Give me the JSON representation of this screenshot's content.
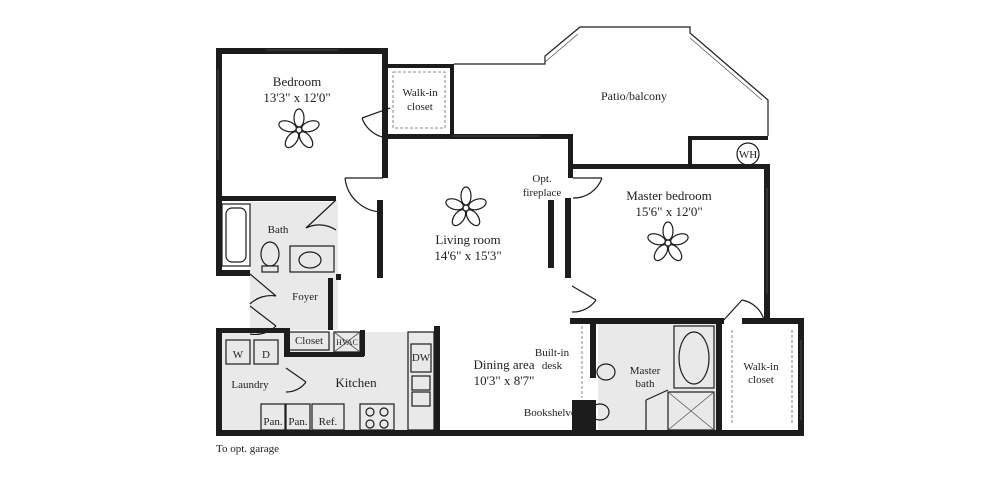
{
  "rooms": {
    "bedroom": {
      "name": "Bedroom",
      "size": "13'3\" x 12'0\""
    },
    "walkin_closet_1": {
      "line1": "Walk-in",
      "line2": "closet"
    },
    "patio": {
      "name": "Patio/balcony"
    },
    "water_heater": {
      "label": "WH"
    },
    "opt_fireplace": {
      "line1": "Opt.",
      "line2": "fireplace"
    },
    "living_room": {
      "name": "Living room",
      "size": "14'6\" x 15'3\""
    },
    "master_bedroom": {
      "name": "Master bedroom",
      "size": "15'6\" x 12'0\""
    },
    "bath": {
      "name": "Bath"
    },
    "foyer": {
      "name": "Foyer"
    },
    "closet": {
      "name": "Closet"
    },
    "hvac": {
      "name": "HVAC"
    },
    "dishwasher": {
      "label": "DW"
    },
    "washer": {
      "label": "W"
    },
    "dryer": {
      "label": "D"
    },
    "laundry": {
      "name": "Laundry"
    },
    "kitchen": {
      "name": "Kitchen"
    },
    "pantry_1": {
      "label": "Pan."
    },
    "pantry_2": {
      "label": "Pan."
    },
    "refrigerator": {
      "label": "Ref."
    },
    "dining_area": {
      "name": "Dining area",
      "size": "10'3\" x 8'7\""
    },
    "builtin_desk": {
      "line1": "Built-in",
      "line2": "desk"
    },
    "bookshelves": {
      "name": "Bookshelves"
    },
    "master_bath": {
      "line1": "Master",
      "line2": "bath"
    },
    "walkin_closet_2": {
      "line1": "Walk-in",
      "line2": "closet"
    }
  },
  "footer": {
    "garage_note": "To opt. garage"
  },
  "icons": [
    "ceiling-fan-icon",
    "bathtub-icon",
    "toilet-icon",
    "sink-icon",
    "stove-icon",
    "water-heater-icon"
  ]
}
